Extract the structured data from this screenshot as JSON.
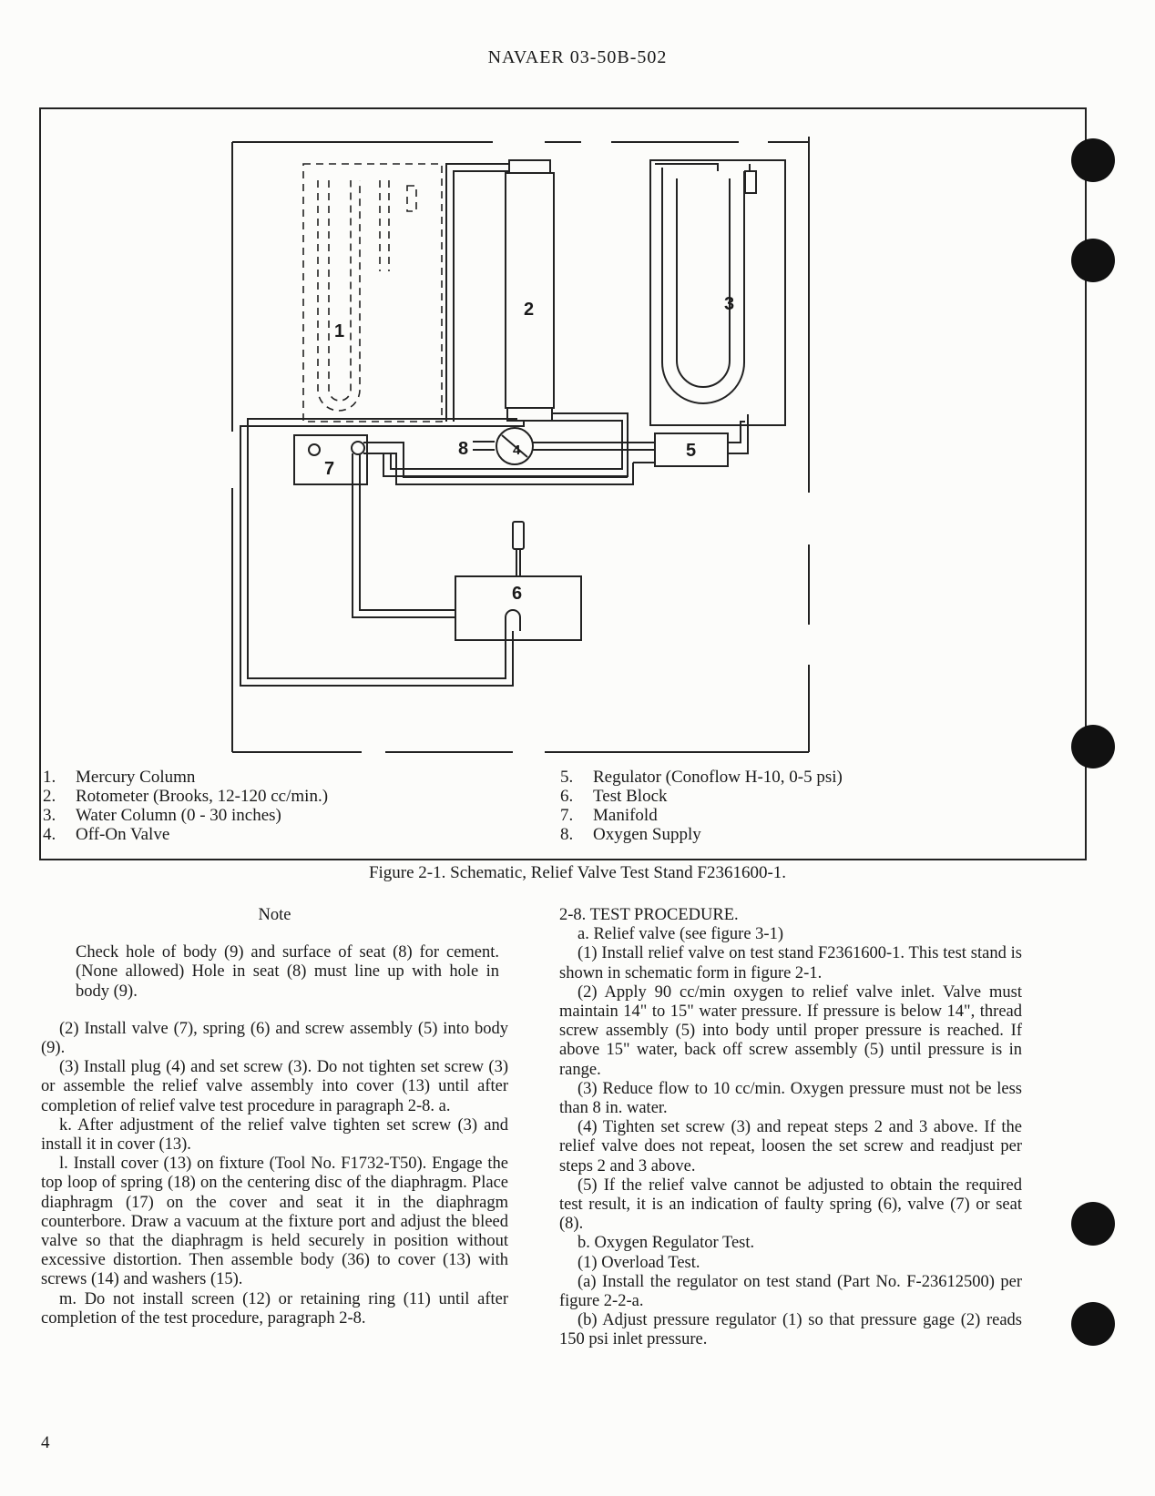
{
  "header": {
    "doc_number": "NAVAER 03-50B-502"
  },
  "figure": {
    "labels": {
      "n1": "1",
      "n2": "2",
      "n3": "3",
      "n4": "4",
      "n5": "5",
      "n6": "6",
      "n7": "7",
      "n8": "8"
    },
    "legend_left": [
      {
        "num": "1.",
        "text": "Mercury Column"
      },
      {
        "num": "2.",
        "text": "Rotometer (Brooks, 12-120 cc/min.)"
      },
      {
        "num": "3.",
        "text": "Water Column (0 - 30 inches)"
      },
      {
        "num": "4.",
        "text": "Off-On Valve"
      }
    ],
    "legend_right": [
      {
        "num": "5.",
        "text": "Regulator (Conoflow H-10, 0-5 psi)"
      },
      {
        "num": "6.",
        "text": "Test Block"
      },
      {
        "num": "7.",
        "text": "Manifold"
      },
      {
        "num": "8.",
        "text": "Oxygen Supply"
      }
    ],
    "caption": "Figure 2-1.  Schematic, Relief Valve Test Stand F2361600-1."
  },
  "left_column": {
    "note_title": "Note",
    "note_body": "Check hole of body (9) and surface of seat (8) for cement. (None allowed) Hole in seat (8) must line up with hole in body (9).",
    "paragraphs": [
      "(2) Install valve (7), spring (6) and screw assembly (5) into body (9).",
      "(3) Install plug (4) and set screw (3). Do not tighten set screw (3) or assemble the relief valve assembly into cover (13) until after completion of relief valve test procedure in paragraph 2-8. a.",
      "k. After adjustment of the relief valve tighten set screw (3) and install it in cover (13).",
      "l. Install cover (13) on fixture (Tool No. F1732-T50). Engage the top loop of spring (18) on the centering disc of the diaphragm. Place diaphragm (17) on the cover and seat it in the diaphragm counterbore. Draw a vacuum at the fixture port and adjust the bleed valve so that the diaphragm is held securely in position without excessive distortion. Then assemble body (36) to cover (13) with screws (14) and washers (15).",
      "m. Do not install screen (12) or retaining ring (11) until after completion of the test procedure, paragraph 2-8."
    ]
  },
  "right_column": {
    "section_title": "2-8. TEST PROCEDURE.",
    "paragraphs": [
      "a. Relief valve (see figure 3-1)",
      "(1) Install relief valve on test stand F2361600-1. This test stand is shown in schematic form in figure 2-1.",
      "(2) Apply 90 cc/min oxygen to relief valve inlet. Valve must maintain 14\" to 15\" water pressure. If pressure is below 14\", thread screw assembly (5) into body until proper pressure is reached. If above 15\" water, back off screw assembly (5) until pressure is in range.",
      "(3) Reduce flow to 10 cc/min. Oxygen pressure must not be less than 8 in. water.",
      "(4) Tighten set screw (3) and repeat steps 2 and 3 above. If the relief valve does not repeat, loosen the set screw and readjust per steps 2 and 3 above.",
      "(5) If the relief valve cannot be adjusted to obtain the required test result, it is an indication of faulty spring (6), valve (7) or seat (8).",
      "b. Oxygen Regulator Test.",
      "(1) Overload Test.",
      "(a) Install the regulator on test stand (Part No. F-23612500) per figure 2-2-a.",
      "(b) Adjust pressure regulator (1) so that pressure gage (2) reads 150 psi inlet pressure."
    ]
  },
  "page_number": "4"
}
